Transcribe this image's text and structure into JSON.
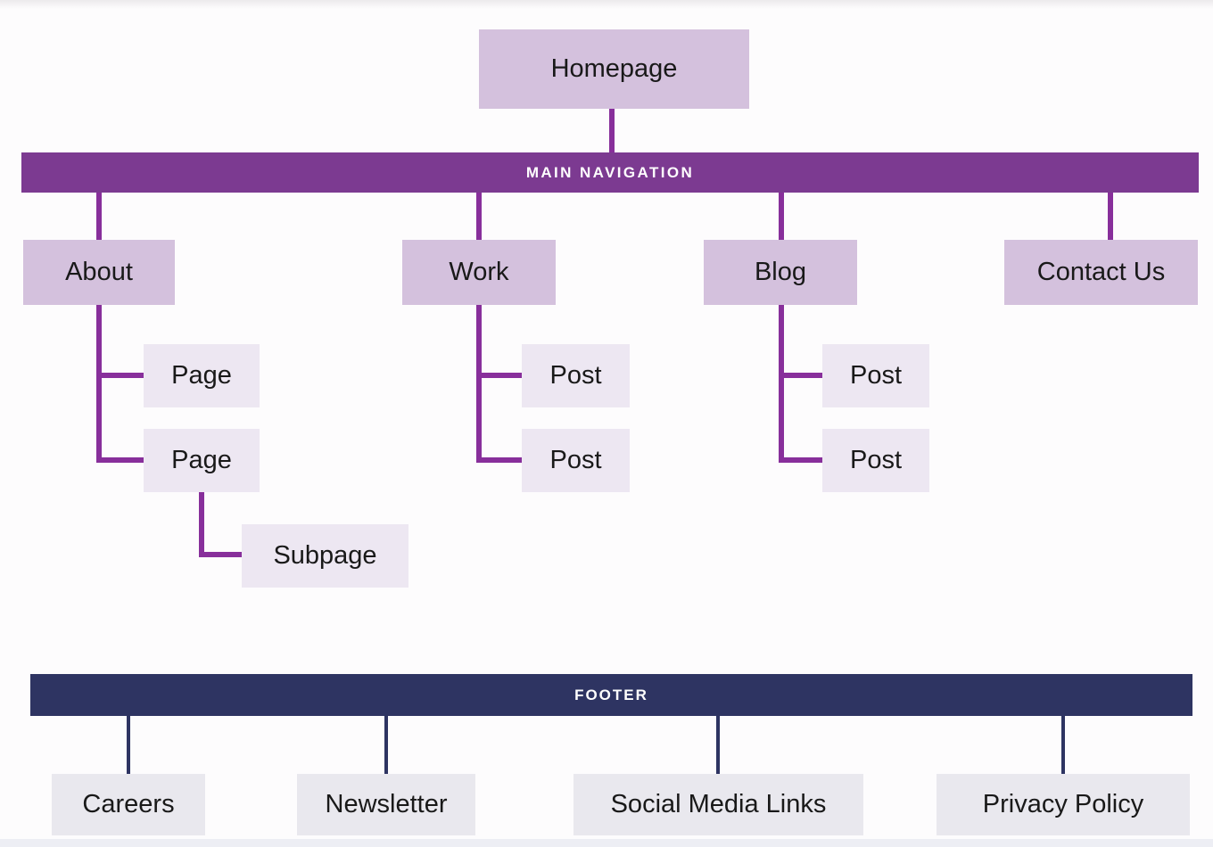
{
  "sitemap": {
    "homepage": {
      "label": "Homepage"
    },
    "main_navigation": {
      "label": "MAIN NAVIGATION"
    },
    "sections": [
      {
        "label": "About",
        "children": [
          {
            "label": "Page"
          },
          {
            "label": "Page",
            "children": [
              {
                "label": "Subpage"
              }
            ]
          }
        ]
      },
      {
        "label": "Work",
        "children": [
          {
            "label": "Post"
          },
          {
            "label": "Post"
          }
        ]
      },
      {
        "label": "Blog",
        "children": [
          {
            "label": "Post"
          },
          {
            "label": "Post"
          }
        ]
      },
      {
        "label": "Contact Us"
      }
    ],
    "footer": {
      "label": "FOOTER",
      "children": [
        {
          "label": "Careers"
        },
        {
          "label": "Newsletter"
        },
        {
          "label": "Social Media Links"
        },
        {
          "label": "Privacy Policy"
        }
      ]
    }
  },
  "colors": {
    "level1_box": "#d4c1dd",
    "level2_box": "#ede7f2",
    "footer_box": "#e9e8ee",
    "nav_bar": "#7c3a91",
    "connector_purple": "#882f9b",
    "footer_bar": "#2e3462",
    "connector_navy": "#2e3462",
    "bar_text": "#ffffff",
    "node_text": "#191919"
  }
}
